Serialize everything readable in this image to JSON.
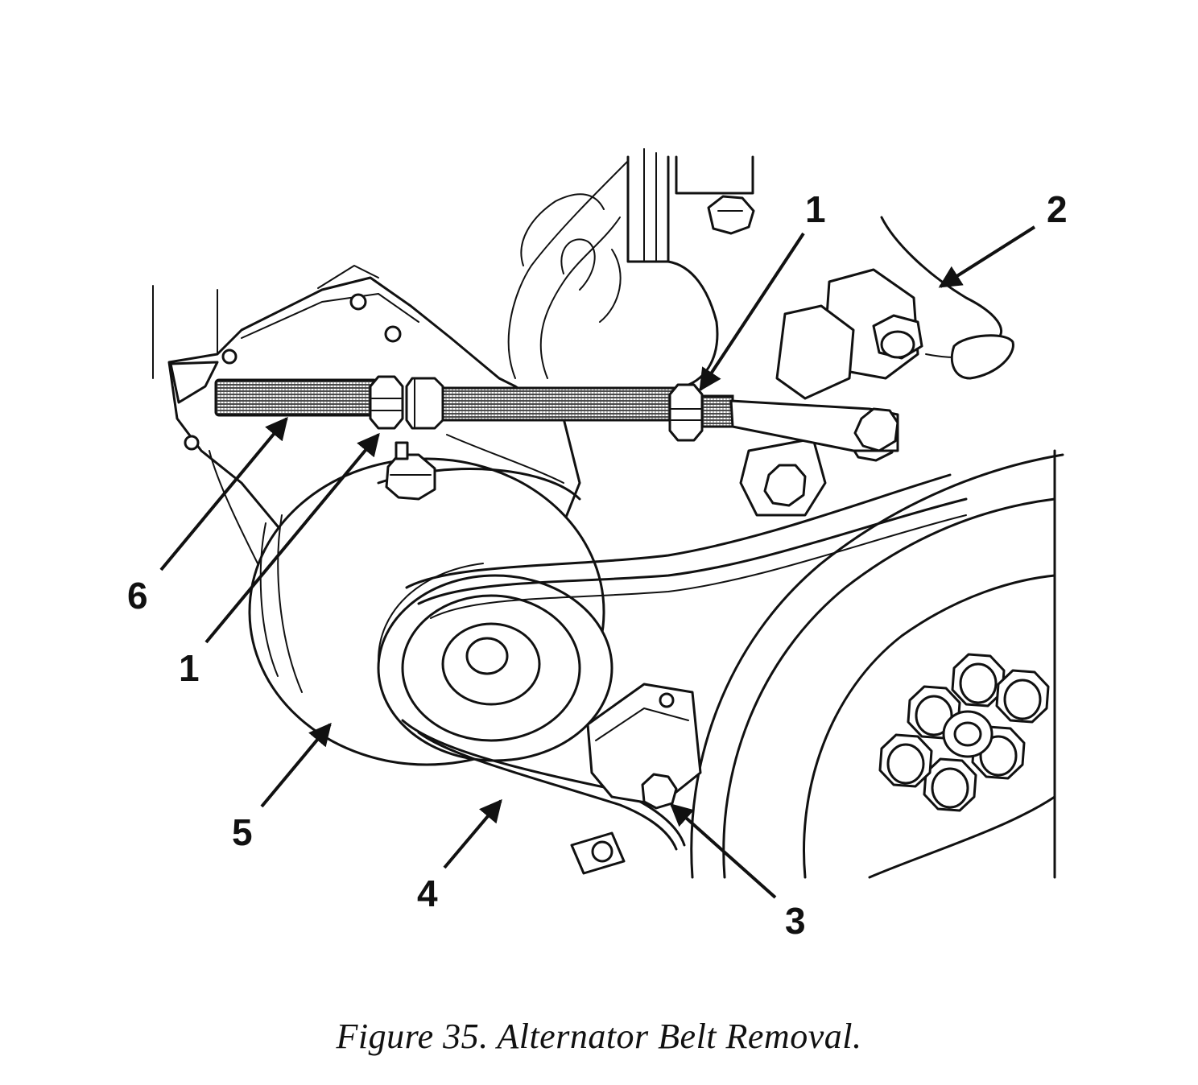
{
  "figure": {
    "caption": "Figure 35.  Alternator Belt Removal."
  },
  "callouts": [
    {
      "id": "c1-top",
      "label": "1"
    },
    {
      "id": "c2",
      "label": "2"
    },
    {
      "id": "c6",
      "label": "6"
    },
    {
      "id": "c1-bottom",
      "label": "1"
    },
    {
      "id": "c5",
      "label": "5"
    },
    {
      "id": "c4",
      "label": "4"
    },
    {
      "id": "c3",
      "label": "3"
    }
  ]
}
